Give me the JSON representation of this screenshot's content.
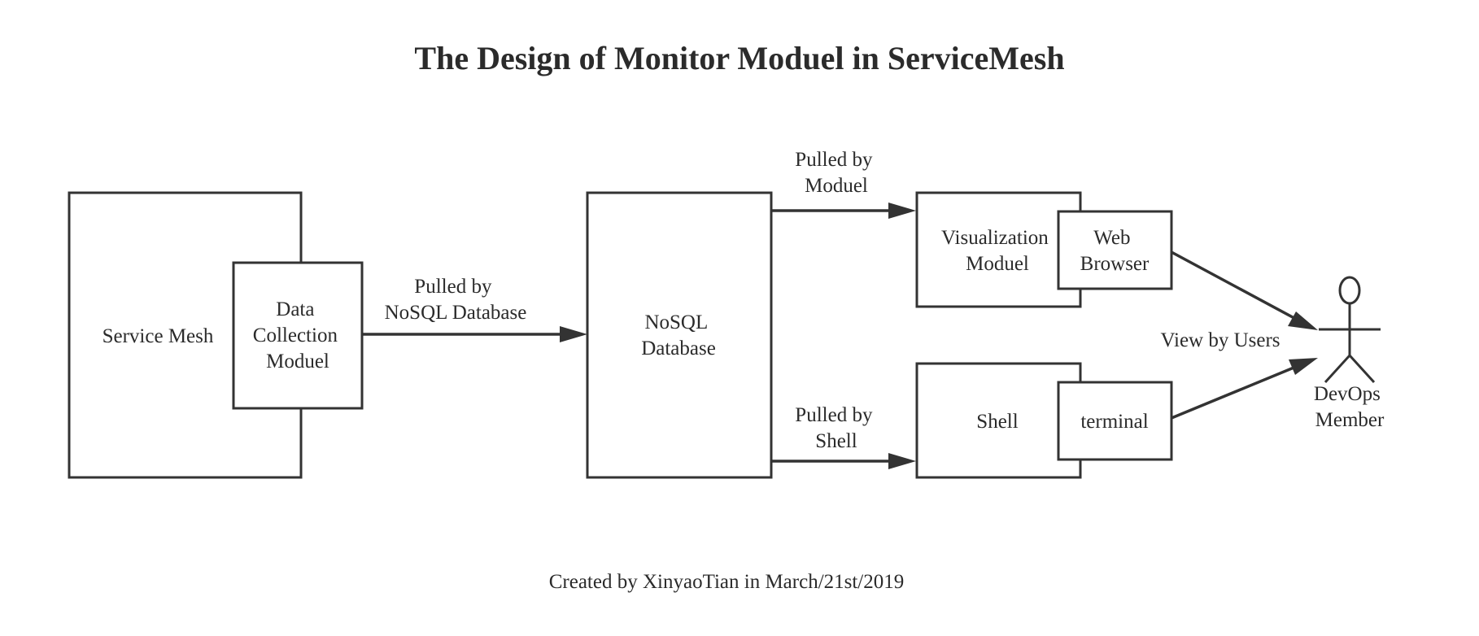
{
  "title": "The Design of Monitor Moduel in ServiceMesh",
  "footer": "Created by XinyaoTian in March/21st/2019",
  "nodes": {
    "service_mesh": "Service Mesh",
    "data_collection": [
      "Data",
      "Collection",
      "Moduel"
    ],
    "nosql_db": [
      "NoSQL",
      "Database"
    ],
    "visualization": [
      "Visualization",
      "Moduel"
    ],
    "web_browser": [
      "Web",
      "Browser"
    ],
    "shell": "Shell",
    "terminal": "terminal",
    "devops": [
      "DevOps",
      "Member"
    ]
  },
  "edges": {
    "to_db": [
      "Pulled by",
      "NoSQL Database"
    ],
    "to_visualization": [
      "Pulled by",
      "Moduel"
    ],
    "to_shell": [
      "Pulled by",
      "Shell"
    ],
    "view": "View by Users"
  }
}
